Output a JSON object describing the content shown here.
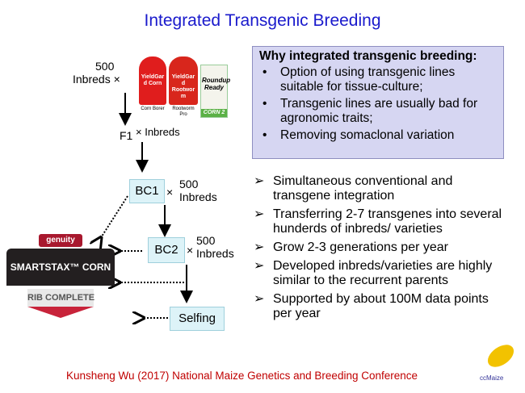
{
  "title": "Integrated Transgenic Breeding",
  "why_box": {
    "heading": "Why integrated transgenic breeding:",
    "bullets": [
      "Option of using transgenic lines suitable for tissue-culture;",
      "Transgenic lines are usually bad for agronomic traits;",
      "Removing somaclonal variation"
    ]
  },
  "points": [
    "Simultaneous conventional and transgene integration",
    "Transferring 2-7 transgenes into several hunderds of inbreds/ varieties",
    "Grow 2-3 generations per year",
    "Developed inbreds/varieties are highly similar to the recurrent parents",
    "Supported by about 100M data points per year"
  ],
  "diagram": {
    "top_label_num": "500",
    "top_label": "Inbreds ×",
    "f1": "F1",
    "f1_cross": "× Inbreds",
    "bc1": "BC1",
    "bc1_cross": "×",
    "bc1_num": "500",
    "bc1_inbreds": "Inbreds",
    "bc2": "BC2",
    "bc2_cross": "×",
    "bc2_num": "500",
    "bc2_inbreds": "Inbreds",
    "selfing": "Selfing"
  },
  "logos": {
    "yieldgard1": "YieldGard Corn",
    "yieldgard1_sub": "Corn Borer",
    "yieldgard2": "YieldGard Rootworm",
    "yieldgard2_sub": "Rootworm Pro",
    "roundup": "Roundup Ready",
    "roundup_sub": "CORN 2",
    "genuity": "genuity",
    "smartstax": "SMARTSTAX™ CORN",
    "rib": "RIB COMPLETE",
    "ccmaize": "ccMaize"
  },
  "footer": "Kunsheng Wu (2017) National Maize Genetics and Breeding Conference"
}
